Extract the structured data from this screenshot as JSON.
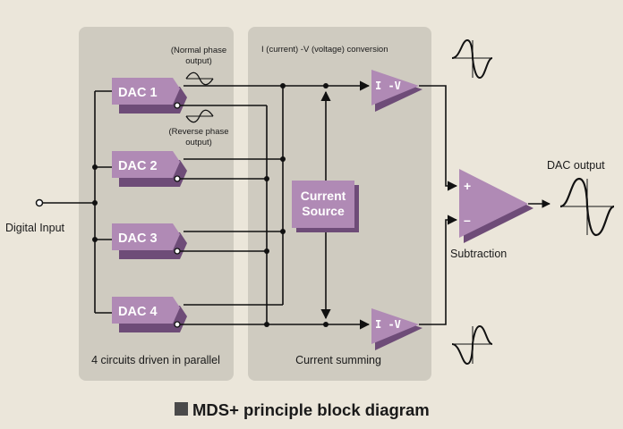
{
  "title": "MDS+ principle block diagram",
  "panels": {
    "left_caption": "4 circuits driven in parallel",
    "right_caption": "Current summing",
    "right_header": "I (current) -V (voltage) conversion"
  },
  "input_label": "Digital Input",
  "output_label": "DAC output",
  "subtraction_label": "Subtraction",
  "normal_phase_lines": [
    "(Normal phase",
    "output)"
  ],
  "reverse_phase_lines": [
    "(Reverse phase",
    "output)"
  ],
  "dacs": [
    "DAC 1",
    "DAC 2",
    "DAC 3",
    "DAC 4"
  ],
  "iv_converters": [
    "I -V",
    "I -V"
  ],
  "current_source_lines": [
    "Current",
    "Source"
  ],
  "amp_signs": [
    "+",
    "–"
  ],
  "colors": {
    "background": "#ebe6da",
    "panel": "#cfcbc0",
    "block_fill": "#b08ab5",
    "block_shadow": "#6e4c78",
    "wire": "#111111"
  }
}
